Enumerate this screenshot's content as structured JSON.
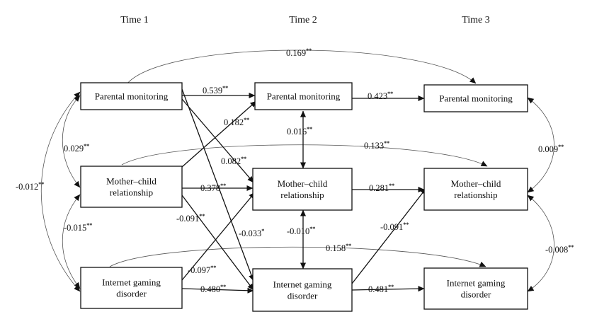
{
  "headers": {
    "time1": "Time 1",
    "time2": "Time 2",
    "time3": "Time 3"
  },
  "nodes": {
    "pm1": [
      "Parental monitoring"
    ],
    "mc1": [
      "Mother–child",
      "relationship"
    ],
    "igd1": [
      "Internet gaming",
      "disorder"
    ],
    "pm2": [
      "Parental monitoring"
    ],
    "mc2": [
      "Mother–child",
      "relationship"
    ],
    "igd2": [
      "Internet gaming",
      "disorder"
    ],
    "pm3": [
      "Parental monitoring"
    ],
    "mc3": [
      "Mother–child",
      "relationship"
    ],
    "igd3": [
      "Internet gaming",
      "disorder"
    ]
  },
  "coefficients": {
    "pm1_pm3": {
      "value": "0.169",
      "sig": "**"
    },
    "pm1_pm2": {
      "value": "0.539",
      "sig": "**"
    },
    "pm2_pm3": {
      "value": "0.423",
      "sig": "**"
    },
    "mc1_pm2": {
      "value": "0.182",
      "sig": "**"
    },
    "pm2_mc2": {
      "value": "0.016",
      "sig": "**"
    },
    "pm1_mc1": {
      "value": "0.029",
      "sig": "**"
    },
    "mc1_mc3": {
      "value": "0.133",
      "sig": "**"
    },
    "pm3_mc3": {
      "value": "0.009",
      "sig": "**"
    },
    "pm1_mc2": {
      "value": "0.082",
      "sig": "**"
    },
    "pm1_igd1": {
      "value": "-0.012",
      "sig": "**"
    },
    "mc1_mc2": {
      "value": "0.378",
      "sig": "**"
    },
    "mc2_mc3": {
      "value": "0.281",
      "sig": "**"
    },
    "mc1_igd2": {
      "value": "-0.091",
      "sig": "**"
    },
    "mc1_igd1": {
      "value": "-0.015",
      "sig": "**"
    },
    "pm1_igd2": {
      "value": "-0.033",
      "sig": "*"
    },
    "mc2_igd2": {
      "value": "-0.010",
      "sig": "**"
    },
    "igd2_mc3": {
      "value": "-0.091",
      "sig": "**"
    },
    "mc3_igd3": {
      "value": "-0.008",
      "sig": "**"
    },
    "igd1_igd3": {
      "value": "0.158",
      "sig": "**"
    },
    "igd1_mc2": {
      "value": "-0.097",
      "sig": "**"
    },
    "igd1_igd2": {
      "value": "0.480",
      "sig": "**"
    },
    "igd2_igd3": {
      "value": "0.481",
      "sig": "**"
    }
  }
}
